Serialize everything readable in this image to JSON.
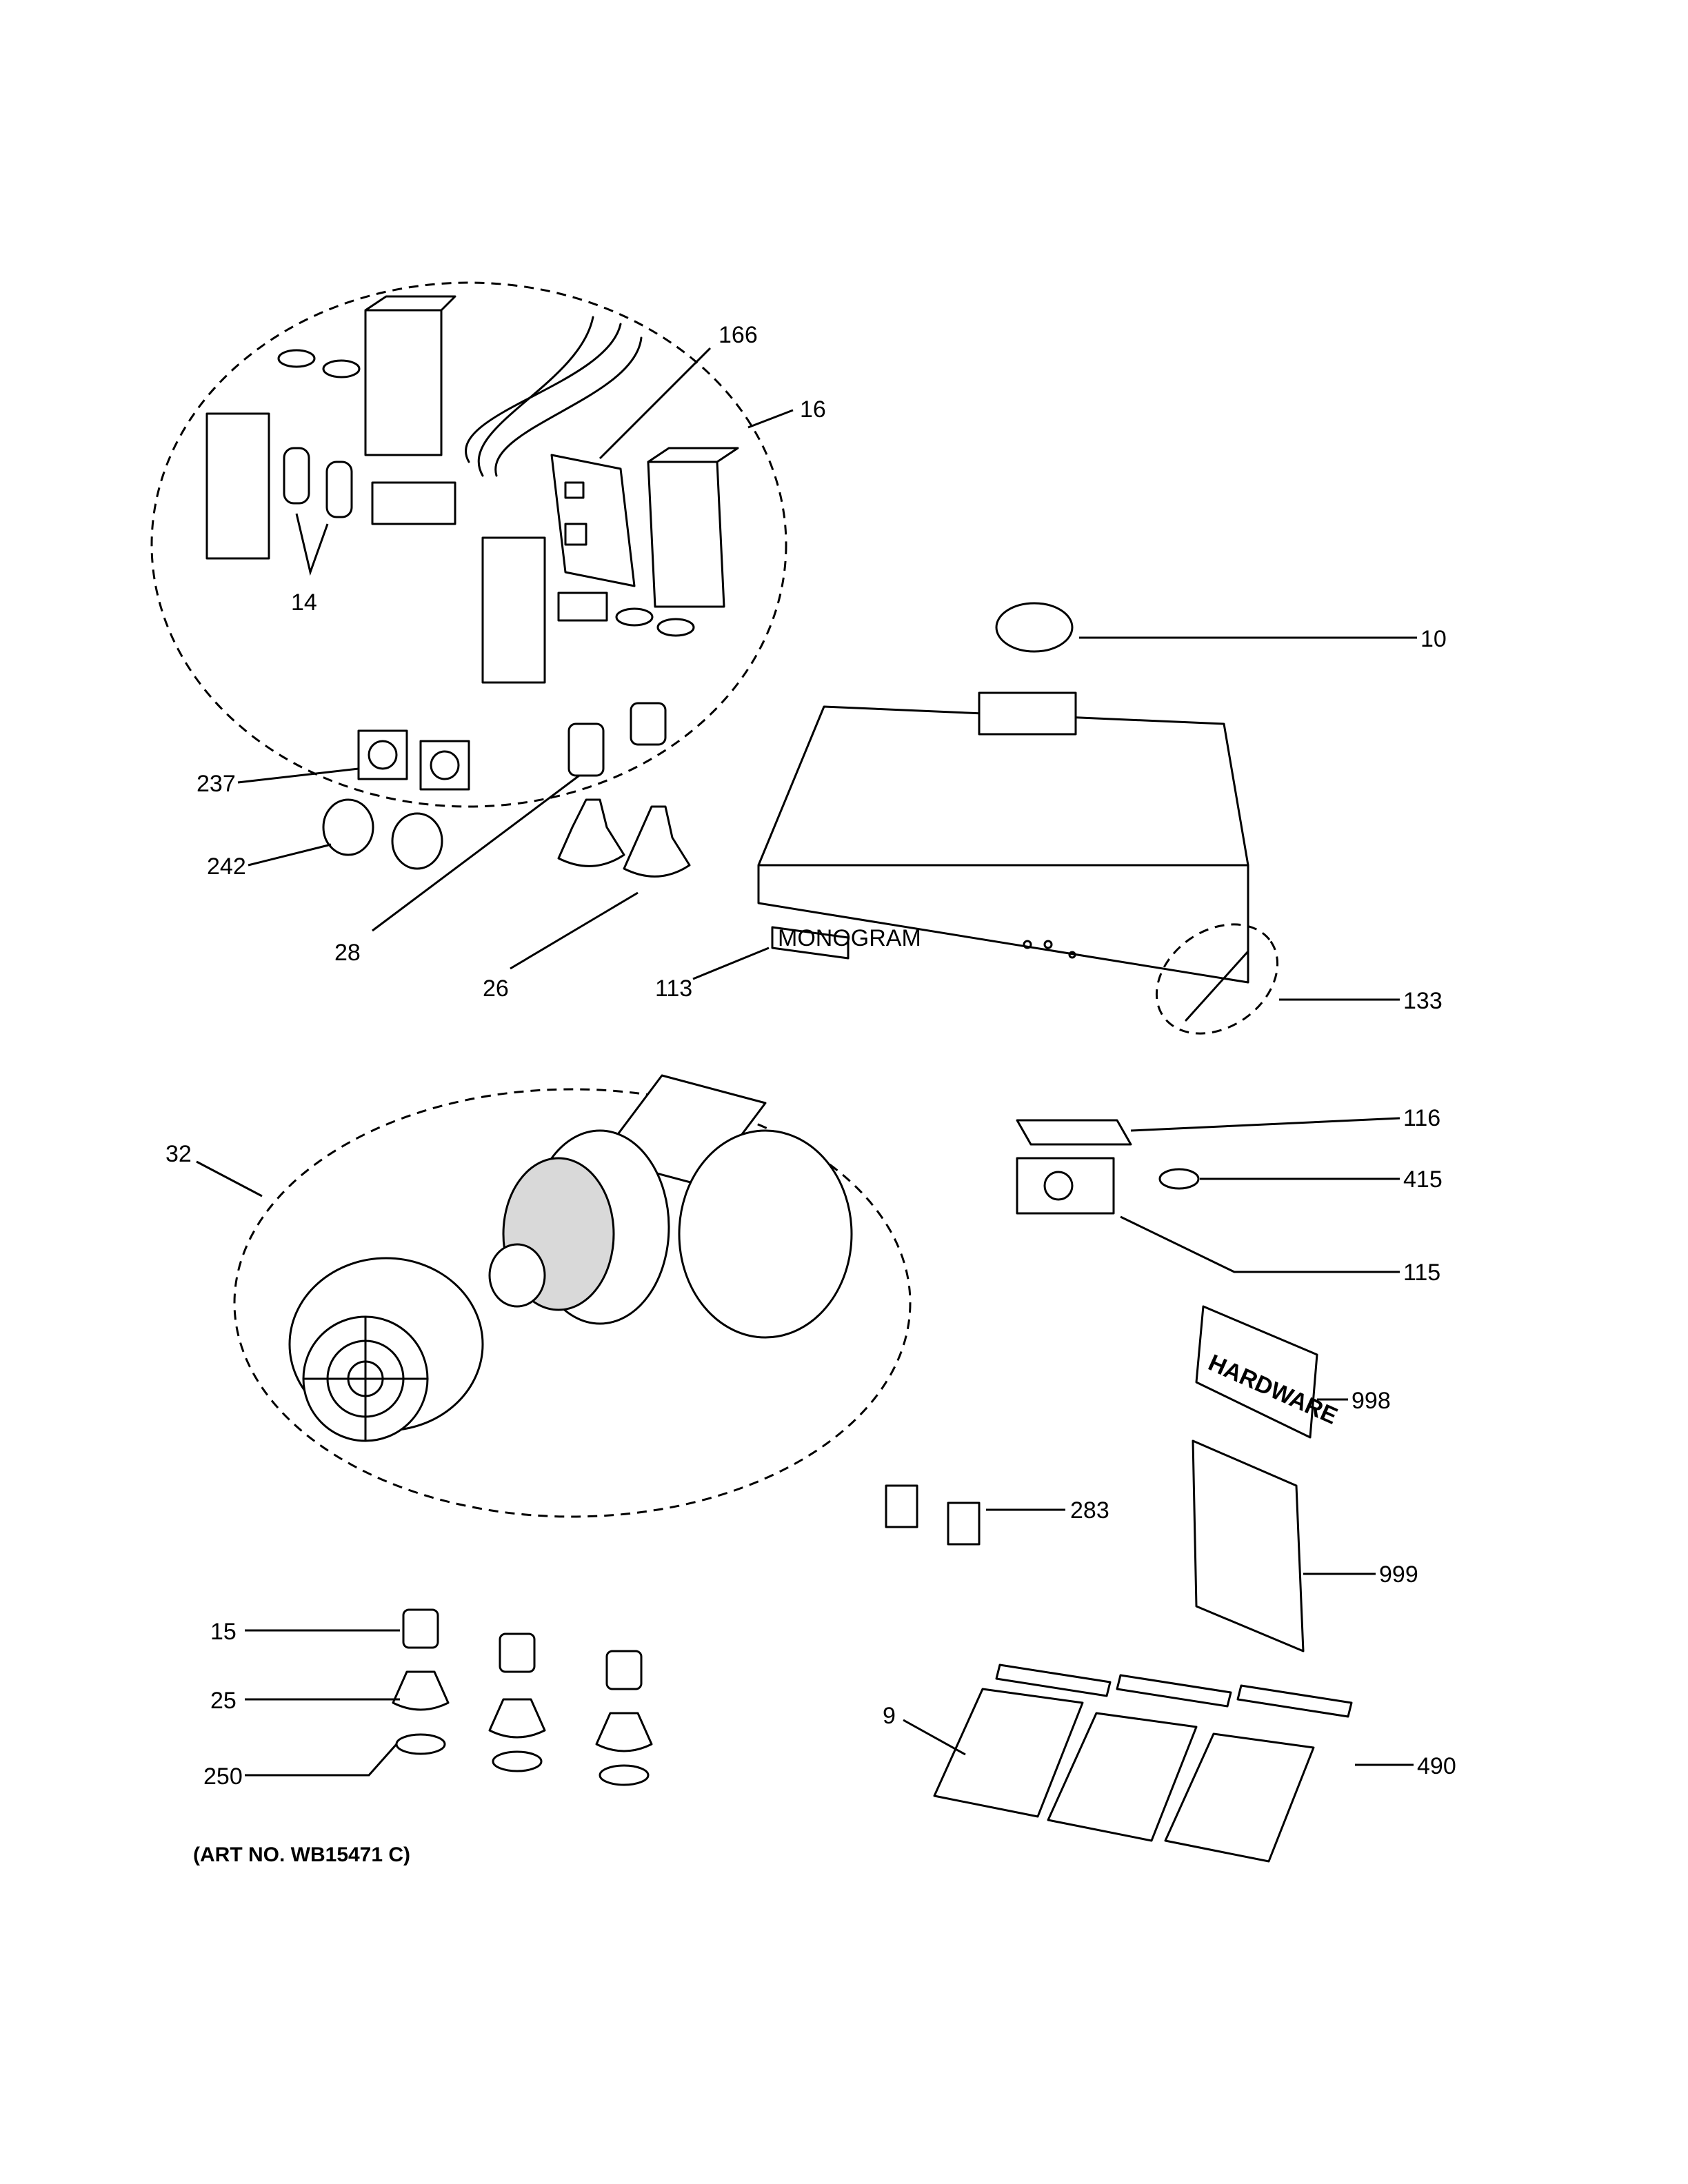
{
  "callouts": {
    "c166": "166",
    "c16": "16",
    "c14": "14",
    "c10": "10",
    "c237": "237",
    "c242": "242",
    "c28": "28",
    "c26": "26",
    "c113": "113",
    "c133": "133",
    "c32": "32",
    "c116": "116",
    "c415": "415",
    "c115": "115",
    "c998": "998",
    "c283": "283",
    "c999": "999",
    "c15": "15",
    "c25": "25",
    "c250": "250",
    "c9": "9",
    "c490": "490"
  },
  "labels": {
    "monogram": "MONOGRAM",
    "hardware": "HARDWARE"
  },
  "art_number": "(ART NO. WB15471 C)"
}
